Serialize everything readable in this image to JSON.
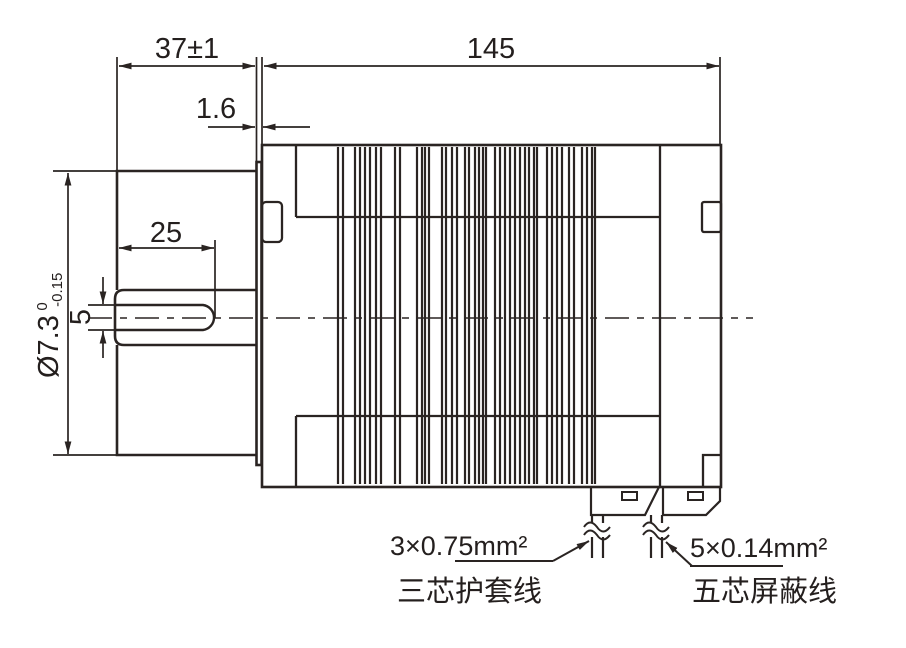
{
  "dims": {
    "front_length": "37±1",
    "body_length": "145",
    "pilot_thickness": "1.6",
    "flat_length": "25",
    "flat_height": "5",
    "shaft_dia": "Ø7.3",
    "shaft_dia_upper_tol": "0",
    "shaft_dia_lower_tol": "-0.15"
  },
  "cable_left": {
    "spec": "3×0.75mm²",
    "label": "三芯护套线"
  },
  "cable_right": {
    "spec": "5×0.14mm²",
    "label": "五芯屏蔽线"
  },
  "colors": {
    "line": "#2a2422",
    "background": "#ffffff"
  }
}
